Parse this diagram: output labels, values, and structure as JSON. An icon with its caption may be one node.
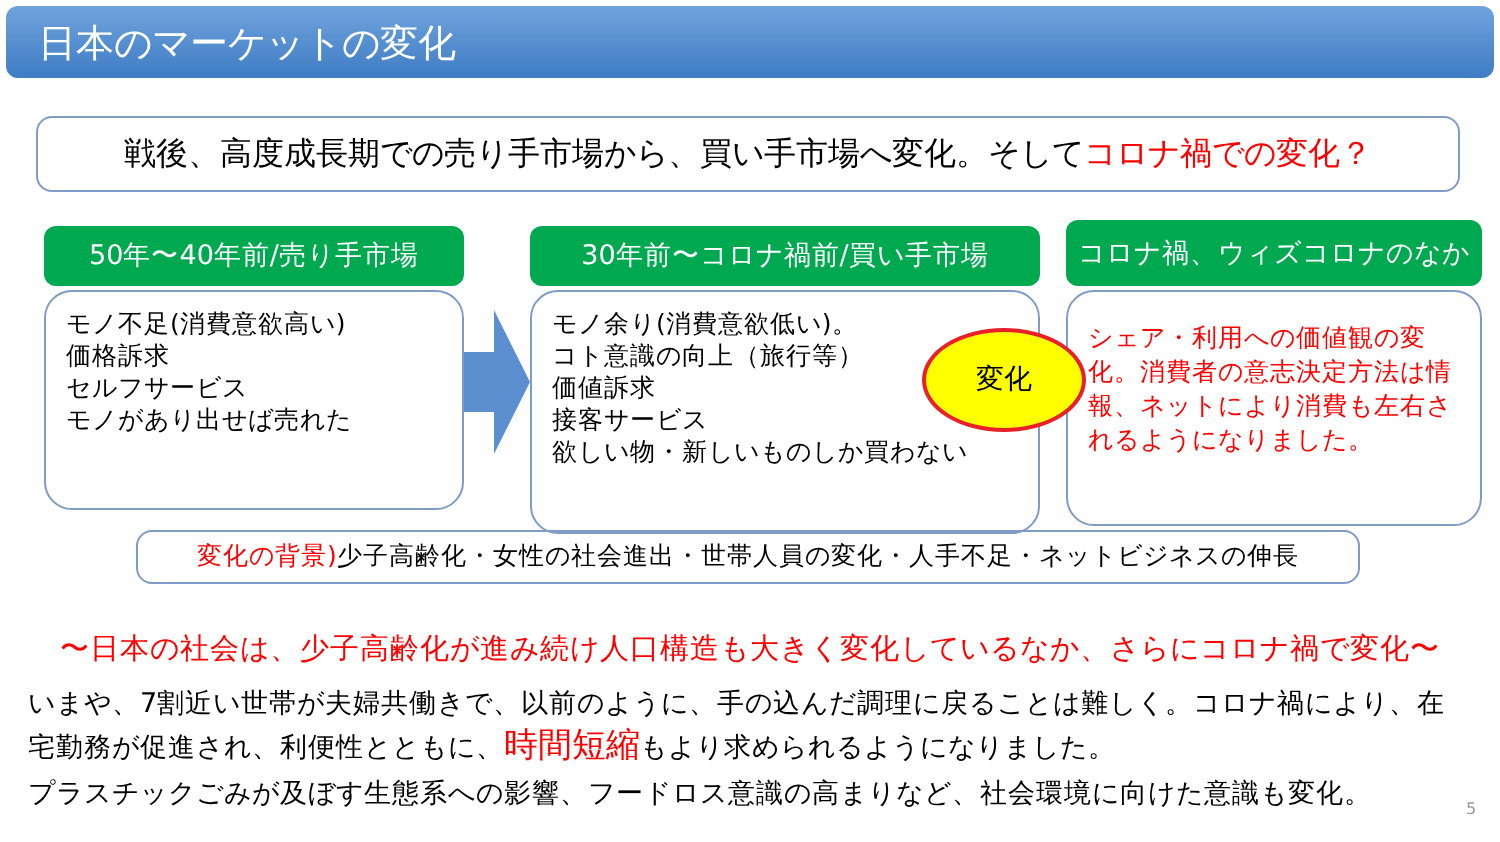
{
  "diagram": {
    "title": "日本のマーケットの変化",
    "nodes": [
      {
        "text": [
          "戦後、高度成長期での売り手市場から、買い手市場へ変化。そして**コロナ禍での変化？**"
        ]
      },
      {
        "text": [
          "50年〜40年前/売り手市場",
          "モノ不足(消費意欲高い)",
          "価格訴求",
          "セルフサービス",
          "モノがあり出せば売れた"
        ]
      },
      {
        "text": [
          "30年前〜コロナ禍前/買い手市場",
          "モノ余り(消費意欲低い)。",
          "コト意識の向上（旅行等）",
          "価値訴求",
          "接客サービス",
          "欲しい物・新しいものしか買わない"
        ]
      },
      {
        "text": [
          "変化"
        ]
      },
      {
        "text": [
          "コロナ禍、ウィズコロナのなか",
          "シェア・利用への価値観の変化。消費者の意志決定方法は情報、ネットにより消費も左右されるようになりました。"
        ]
      },
      {
        "text": [
          "**変化の背景)**少子高齢化・女性の社会進出・世帯人員の変化・人手不足・ネットビジネスの伸長"
        ]
      }
    ],
    "edges": [
      {
        "from": 1,
        "to": 2,
        "arrow": "to"
      }
    ],
    "labels": [
      "〜日本の社会は、少子高齢化が進み続け人口構造も大きく変化しているなか、さらにコロナ禍で変化〜",
      "いまや、7割近い世帯が夫婦共働きで、以前のように、手の込んだ調理に戻ることは難しく。コロナ禍により、在宅勤務が促進され、利便性とともに、**時間短縮**もより求められるようになりました。",
      "プラスチックごみが及ぼす生態系への影響、フードロス意識の高まりなど、社会環境に向けた意識も変化。",
      "5"
    ]
  }
}
